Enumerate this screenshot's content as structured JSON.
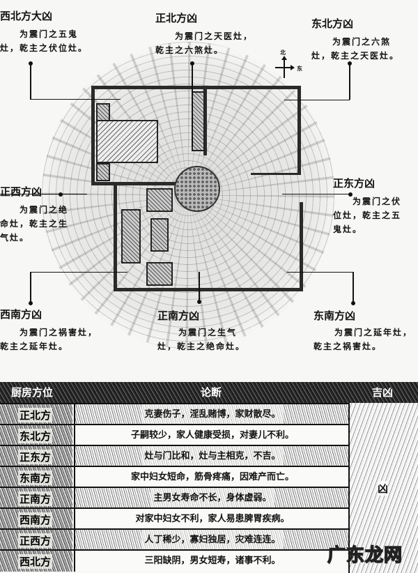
{
  "diagram": {
    "compass_axis": {
      "north": "北",
      "east": "东"
    },
    "labels": [
      {
        "id": "northwest",
        "direction": "西北方大凶",
        "desc": [
          "为震门之五鬼",
          "灶，乾主之伏位灶。"
        ]
      },
      {
        "id": "north",
        "direction": "正北方凶",
        "desc": [
          "为震门之天医灶，",
          "乾主之六煞灶。"
        ]
      },
      {
        "id": "northeast",
        "direction": "东北方凶",
        "desc": [
          "为震门之六煞",
          "灶，乾主之天医灶。"
        ]
      },
      {
        "id": "west",
        "direction": "正西方凶",
        "desc": [
          "为震门之绝",
          "命灶，乾主之生",
          "气灶。"
        ]
      },
      {
        "id": "east",
        "direction": "正东方凶",
        "desc": [
          "为震门之伏",
          "位灶，乾主之五",
          "鬼灶。"
        ]
      },
      {
        "id": "southwest",
        "direction": "西南方凶",
        "desc": [
          "为震门之祸害灶，",
          "乾主之延年灶。"
        ]
      },
      {
        "id": "south",
        "direction": "正南方凶",
        "desc": [
          "为震门之生气",
          "灶，乾主之绝命灶。"
        ]
      },
      {
        "id": "southeast",
        "direction": "东南方凶",
        "desc": [
          "为震门之延年灶，",
          "乾主之祸害灶。"
        ]
      }
    ]
  },
  "table": {
    "headers": {
      "position": "厨房方位",
      "verdict": "论断",
      "fortune": "吉凶"
    },
    "rows": [
      {
        "position": "正北方",
        "verdict": "克妻伤子，淫乱赌博，家财散尽。",
        "style": "dark"
      },
      {
        "position": "东北方",
        "verdict": "子嗣较少，家人健康受损，对妻儿不利。",
        "style": "light"
      },
      {
        "position": "正东方",
        "verdict": "灶与门比和，灶与主相克，不吉。",
        "style": "dark"
      },
      {
        "position": "东南方",
        "verdict": "家中妇女短命，筋骨疼痛，因难产而亡。",
        "style": "light"
      },
      {
        "position": "正南方",
        "verdict": "主男女寿命不长，身体虚弱。",
        "style": "dark"
      },
      {
        "position": "西南方",
        "verdict": "对家中妇女不利，家人易患脾胃疾病。",
        "style": "light"
      },
      {
        "position": "正西方",
        "verdict": "人丁稀少，寡妇独居，灾难连连。",
        "style": "dark"
      },
      {
        "position": "西北方",
        "verdict": "三阳缺阴，男女短寿，诸事不利。",
        "style": "light"
      }
    ],
    "fortune_value": "凶"
  },
  "watermark": "广东龙网"
}
